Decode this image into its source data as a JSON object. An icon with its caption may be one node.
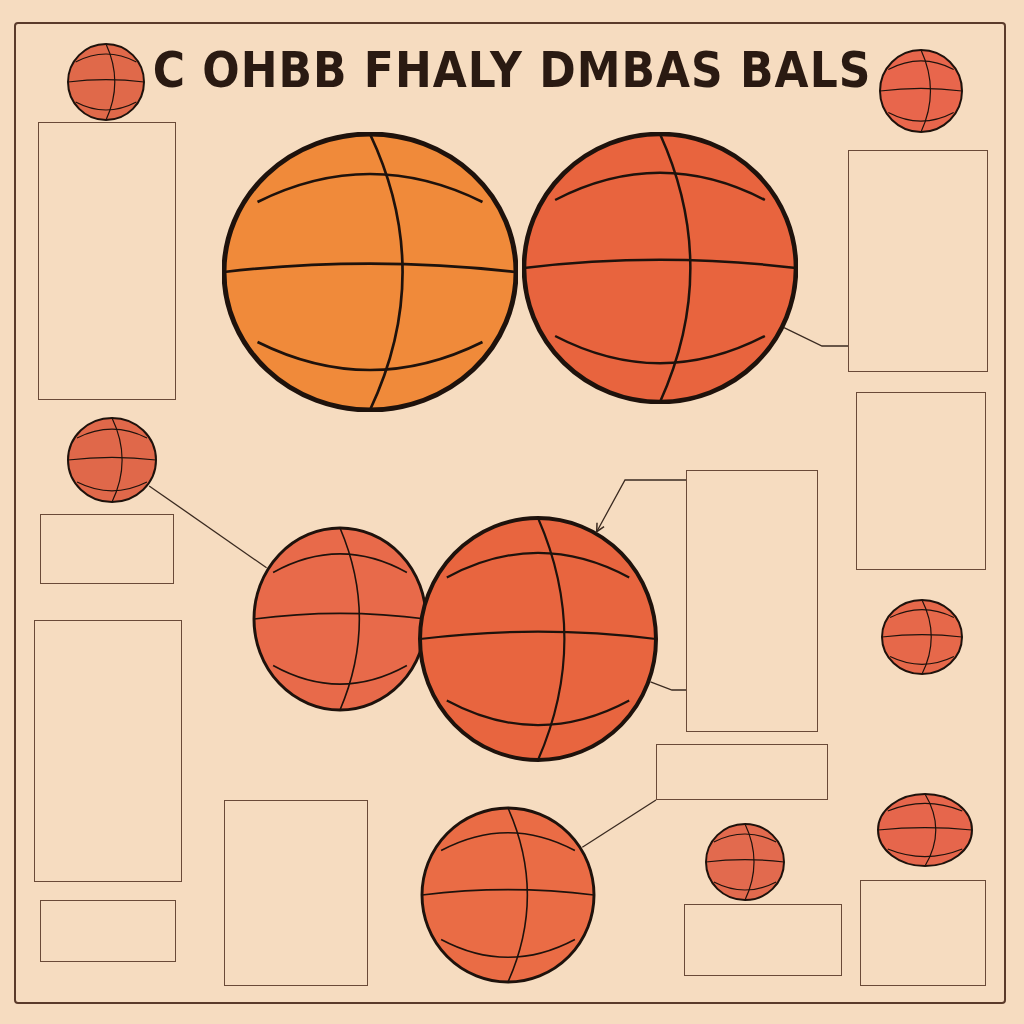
{
  "diagram": {
    "title": "C OHBB FHALY DMBAS BALS",
    "nodes": [
      {
        "text": [],
        "shape": "picture"
      },
      {
        "text": [],
        "shape": "picture"
      },
      {
        "text": [],
        "shape": "picture"
      },
      {
        "text": [],
        "shape": "picture"
      },
      {
        "text": [],
        "shape": "picture"
      },
      {
        "text": [],
        "shape": "picture"
      },
      {
        "text": [],
        "shape": "picture"
      },
      {
        "text": [],
        "shape": "picture"
      },
      {
        "text": [],
        "shape": "picture"
      },
      {
        "text": [],
        "shape": "picture"
      },
      {
        "text": [],
        "shape": "picture"
      },
      {
        "text": [],
        "shape": "box"
      },
      {
        "text": [],
        "shape": "box"
      },
      {
        "text": [],
        "shape": "box"
      },
      {
        "text": [],
        "shape": "box"
      },
      {
        "text": [],
        "shape": "box"
      },
      {
        "text": [],
        "shape": "box"
      },
      {
        "text": [],
        "shape": "box"
      },
      {
        "text": [],
        "shape": "box"
      },
      {
        "text": [],
        "shape": "box"
      },
      {
        "text": [],
        "shape": "box"
      },
      {
        "text": [],
        "shape": "box"
      }
    ],
    "edges": [
      {
        "from": 4,
        "to": 5,
        "arrow": "none"
      },
      {
        "from": 14,
        "to": 6,
        "arrow": "to"
      },
      {
        "from": 14,
        "to": 6,
        "arrow": "none"
      },
      {
        "from": 12,
        "to": 2,
        "arrow": "none"
      },
      {
        "from": 17,
        "to": 8,
        "arrow": "none"
      }
    ]
  }
}
